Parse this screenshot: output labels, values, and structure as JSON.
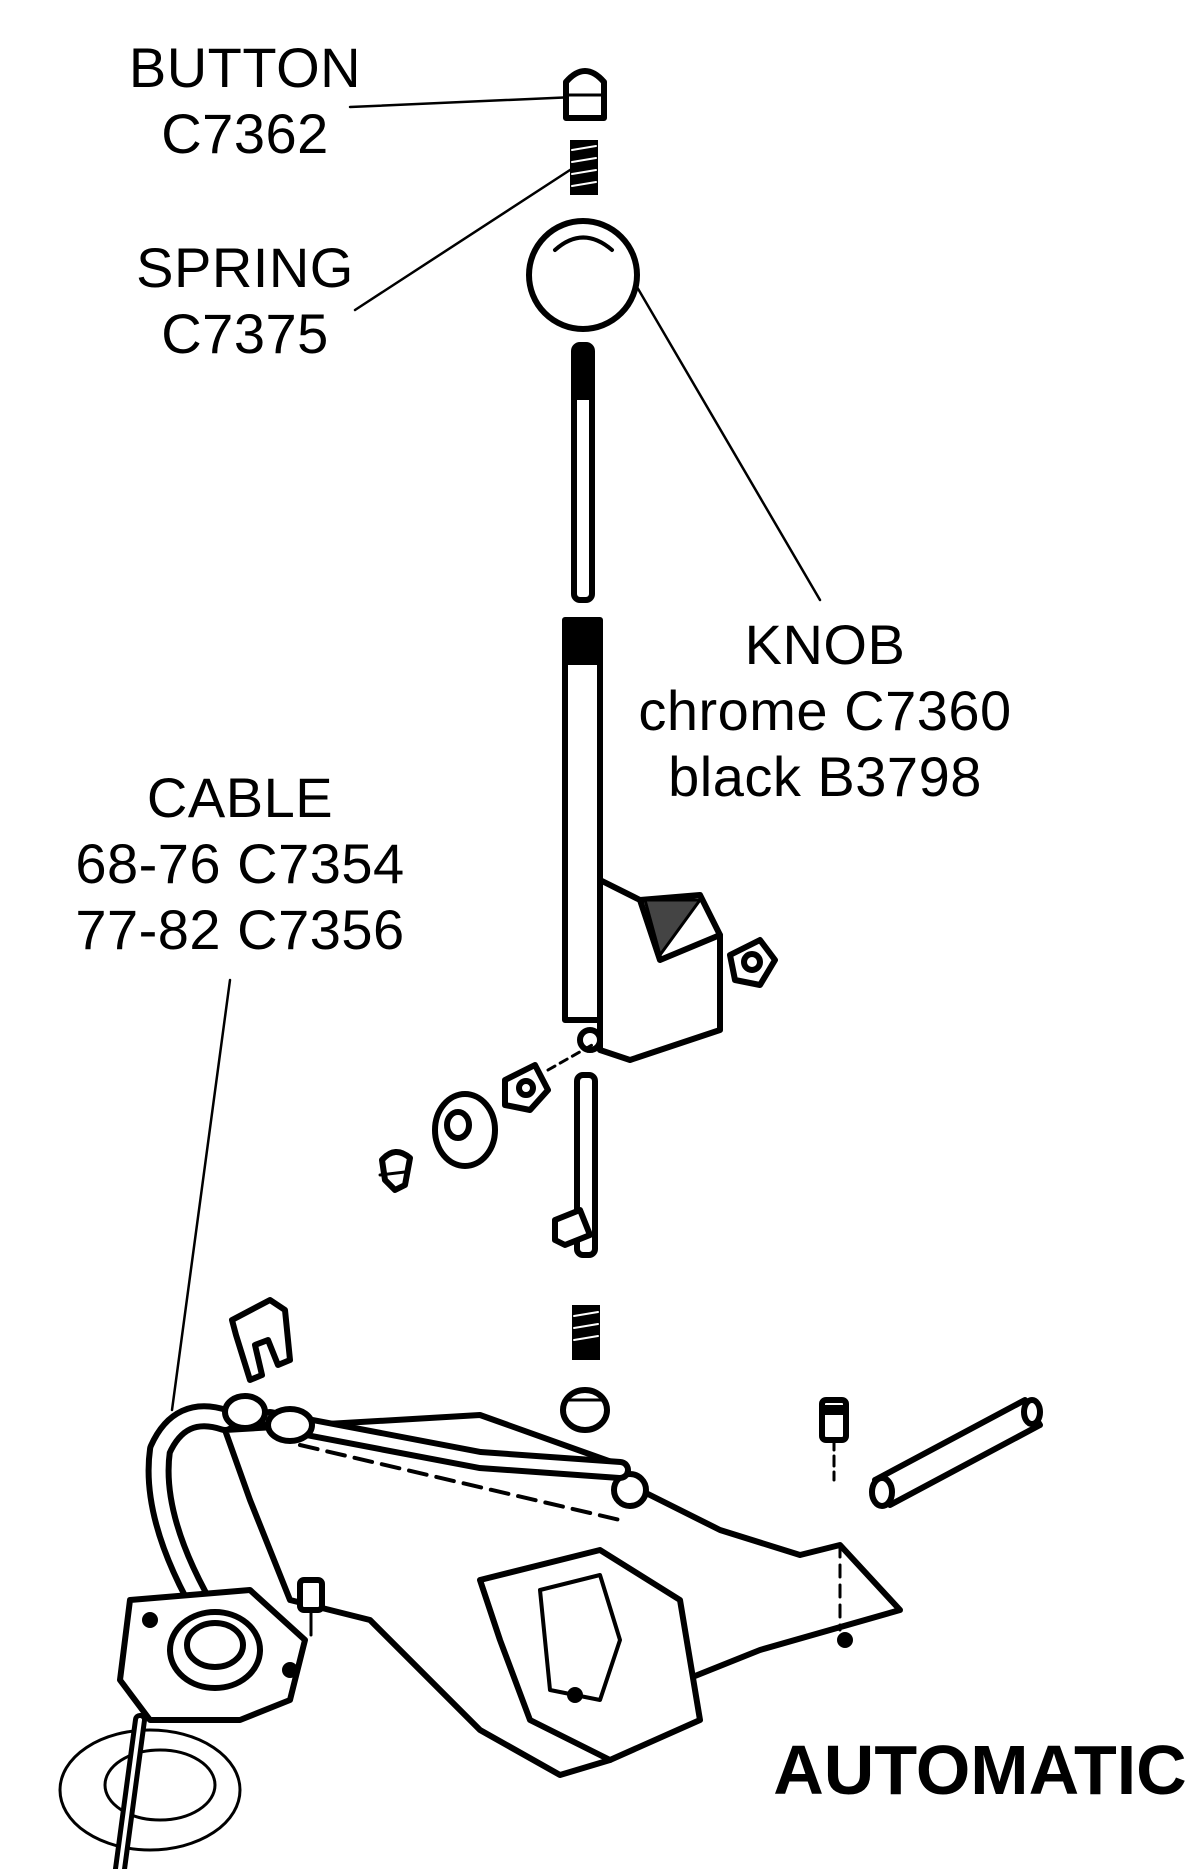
{
  "title": "AUTOMATIC",
  "parts": {
    "button": {
      "name": "BUTTON",
      "line1": "C7362"
    },
    "spring": {
      "name": "SPRING",
      "line1": "C7375"
    },
    "knob": {
      "name": "KNOB",
      "line1": "chrome C7360",
      "line2": "black B3798"
    },
    "cable": {
      "name": "CABLE",
      "line1": "68-76 C7354",
      "line2": "77-82 C7356"
    }
  }
}
